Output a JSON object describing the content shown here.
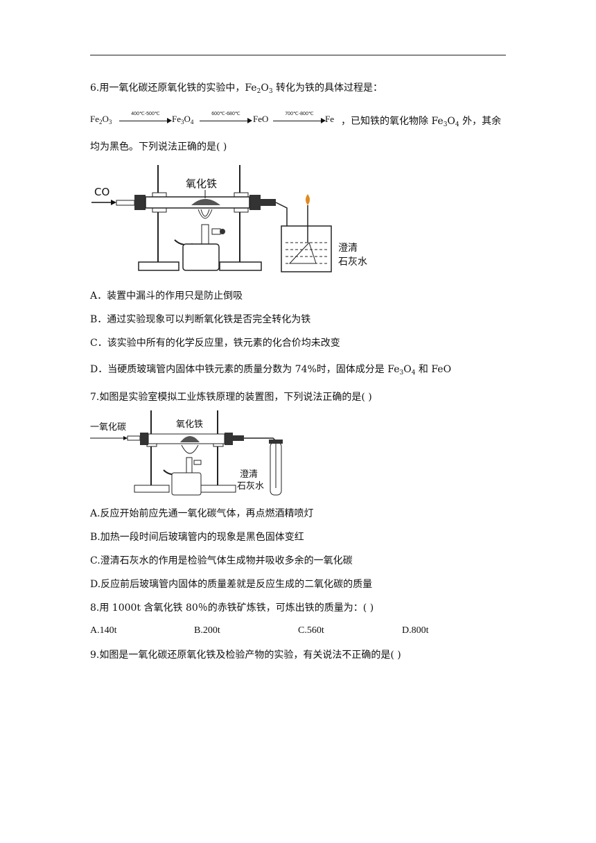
{
  "q6": {
    "stem_pre": "6.用一氧化碳还原氧化铁的实验中，Fe",
    "stem_sub": "2",
    "stem_mid": "O",
    "stem_sub2": "3",
    "stem_post": " 转化为铁的具体过程是：",
    "reaction": {
      "s1": "Fe",
      "s1a": "2",
      "s1b": "O",
      "s1c": "3",
      "c1": "400℃-500℃",
      "s2": "Fe",
      "s2a": "3",
      "s2b": "O",
      "s2c": "4",
      "c2": "600℃-680℃",
      "s3": "FeO",
      "c3": "700℃-800℃",
      "s4": "Fe",
      "tail_pre": "，已知铁的氧化物除 Fe",
      "tail_a": "3",
      "tail_b": "O",
      "tail_c": "4",
      "tail_post": " 外，其余"
    },
    "stem_line3": "均为黑色。下列说法正确的是(      )",
    "figure": {
      "label_gas": "CO",
      "label_oxide": "氧化铁",
      "label_water1": "澄清",
      "label_water2": "石灰水"
    },
    "optA": "A．装置中漏斗的作用只是防止倒吸",
    "optB": "B．通过实验现象可以判断氧化铁是否完全转化为铁",
    "optC": "C．该实验中所有的化学反应里，铁元素的化合价均未改变",
    "optD_pre": "D．当硬质玻璃管内固体中铁元素的质量分数为 74%时，固体成分是 Fe",
    "optD_a": "3",
    "optD_b": "O",
    "optD_c": "4",
    "optD_post": " 和 FeO"
  },
  "q7": {
    "stem": "7.如图是实验室模拟工业炼铁原理的装置图，下列说法正确的是(      )",
    "figure": {
      "label_gas": "一氧化碳",
      "label_oxide": "氧化铁",
      "label_water1": "澄清",
      "label_water2": "石灰水"
    },
    "optA": "A.反应开始前应先通一氧化碳气体，再点燃酒精喷灯",
    "optB": "B.加热一段时间后玻璃管内的现象是黑色固体变红",
    "optC": "C.澄清石灰水的作用是检验气体生成物并吸收多余的一氧化碳",
    "optD": "D.反应前后玻璃管内固体的质量差就是反应生成的二氧化碳的质量"
  },
  "q8": {
    "stem": "8.用 1000t 含氧化铁 80％的赤铁矿炼铁，可炼出铁的质量为：(      )",
    "options": [
      "A.140t",
      "B.200t",
      "C.560t",
      "D.800t"
    ]
  },
  "q9": {
    "stem": "9.如图是一氧化碳还原氧化铁及检验产物的实验，有关说法不正确的是(      )"
  }
}
